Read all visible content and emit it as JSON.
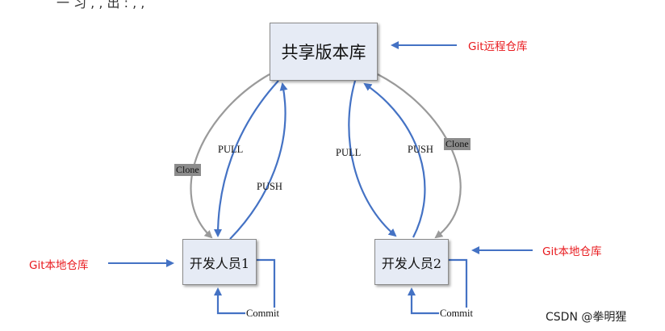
{
  "header_text_partial": "  一  习  ,  ,  出  :  ,  ,",
  "nodes": {
    "repo": "共享版本库",
    "dev1": "开发人员1",
    "dev2": "开发人员2"
  },
  "labels": {
    "git_remote": "Git远程仓库",
    "git_local_left": "Git本地仓库",
    "git_local_right": "Git本地仓库",
    "clone_left": "Clone",
    "clone_right": "Clone",
    "pull_left": "PULL",
    "push_left": "PUSH",
    "pull_right": "PULL",
    "push_right": "PUSH",
    "commit_left": "Commit",
    "commit_right": "Commit"
  },
  "watermark": "CSDN @拳明猩",
  "colors": {
    "blue_arrow": "#4472c4",
    "gray_arrow": "#9a9a9a",
    "red_label": "#e8191d",
    "box_fill": "#e6ebf5"
  }
}
